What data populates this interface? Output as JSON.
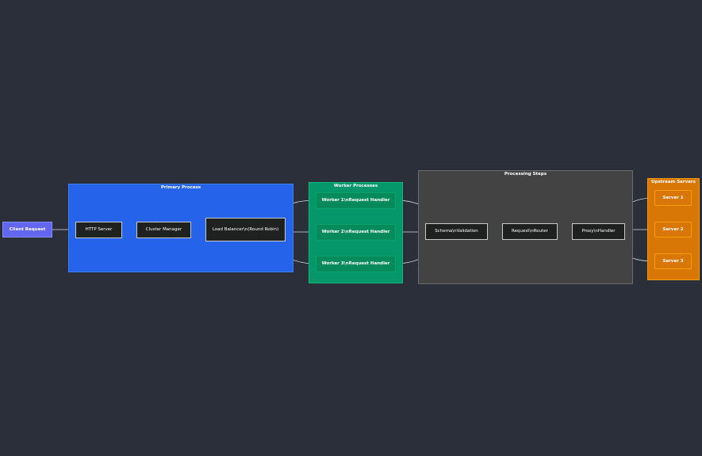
{
  "colors": {
    "background": "#2b2f3a",
    "primary_process": "#2563eb",
    "worker_processes": "#059669",
    "processing_steps": "#434343",
    "upstream_servers": "#d97706",
    "client_request": "#6366f1",
    "edge": "#d9d9d9"
  },
  "client_request": {
    "label": "Client Request"
  },
  "primary_process": {
    "title": "Primary Process",
    "nodes": {
      "http_server": "HTTP Server",
      "cluster_manager": "Cluster Manager",
      "load_balancer": "Load Balancer\\n(Round Robin)"
    }
  },
  "worker_processes": {
    "title": "Worker Processes",
    "workers": [
      "Worker 1\\nRequest Handler",
      "Worker 2\\nRequest Handler",
      "Worker 3\\nRequest Handler"
    ]
  },
  "processing_steps": {
    "title": "Processing Steps",
    "nodes": {
      "schema_validation": "Schema\\nValidation",
      "request_router": "Request\\nRouter",
      "proxy_handler": "Proxy\\nHandler"
    }
  },
  "upstream_servers": {
    "title": "Upstream Servers",
    "servers": [
      "Server 1",
      "Server 2",
      "Server 3"
    ]
  }
}
